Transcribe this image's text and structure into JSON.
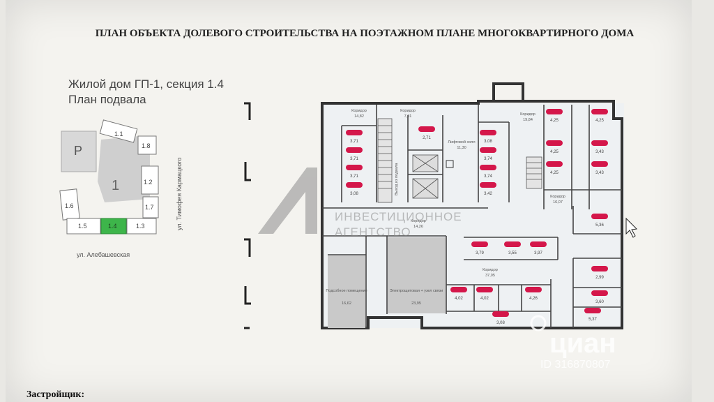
{
  "document": {
    "title": "ПЛАН ОБЪЕКТА ДОЛЕВОГО СТРОИТЕЛЬСТВА НА ПОЭТАЖНОМ ПЛАНЕ МНОГОКВАРТИРНОГО ДОМА",
    "subtitle_line1": "Жилой дом ГП-1, секция 1.4",
    "subtitle_line2": "План подвала",
    "footer_label": "Застройщик:"
  },
  "site_plan": {
    "parking_label": "Р",
    "block_label": "1",
    "sections": [
      "1.1",
      "1.8",
      "1.2",
      "1.7",
      "1.6",
      "1.5",
      "1.4",
      "1.3"
    ],
    "highlighted_section": "1.4",
    "highlight_color": "#3db54a",
    "street_bottom": "ул. Алебашевская",
    "street_right": "ул. Тимофея Кармацкого"
  },
  "floor_plan": {
    "storage_color": "#d4174a",
    "corridors": [
      {
        "name": "Коридор",
        "area": "14,82"
      },
      {
        "name": "Коридор",
        "area": "7,01"
      },
      {
        "name": "Лифтовой холл",
        "area": "11,30"
      },
      {
        "name": "Коридор",
        "area": "19,84"
      },
      {
        "name": "Коридор",
        "area": "16,07"
      },
      {
        "name": "Коридор",
        "area": "14,26"
      },
      {
        "name": "Коридор",
        "area": "37,05"
      }
    ],
    "rooms": [
      {
        "name": "Подсобное помещение",
        "area": "16,62"
      },
      {
        "name": "Электрощитовая + узел связи",
        "area": "23,95"
      }
    ],
    "staircase_label": "Выход из подвала",
    "storage_areas": [
      "3,71",
      "3,71",
      "3,71",
      "3,08",
      "2,71",
      "3,08",
      "3,74",
      "3,74",
      "3,42",
      "4,25",
      "4,25",
      "4,25",
      "4,25",
      "3,43",
      "3,43",
      "5,36",
      "3,79",
      "3,55",
      "3,97",
      "2,99",
      "3,60",
      "5,37",
      "4,02",
      "4,02",
      "4,26",
      "3,08"
    ]
  },
  "watermark": {
    "agency_line1": "ИНВЕСТИЦИОННОЕ",
    "agency_line2": "АГЕНТСТВО",
    "cian_brand": "циан",
    "cian_id": "ID 316870807"
  }
}
